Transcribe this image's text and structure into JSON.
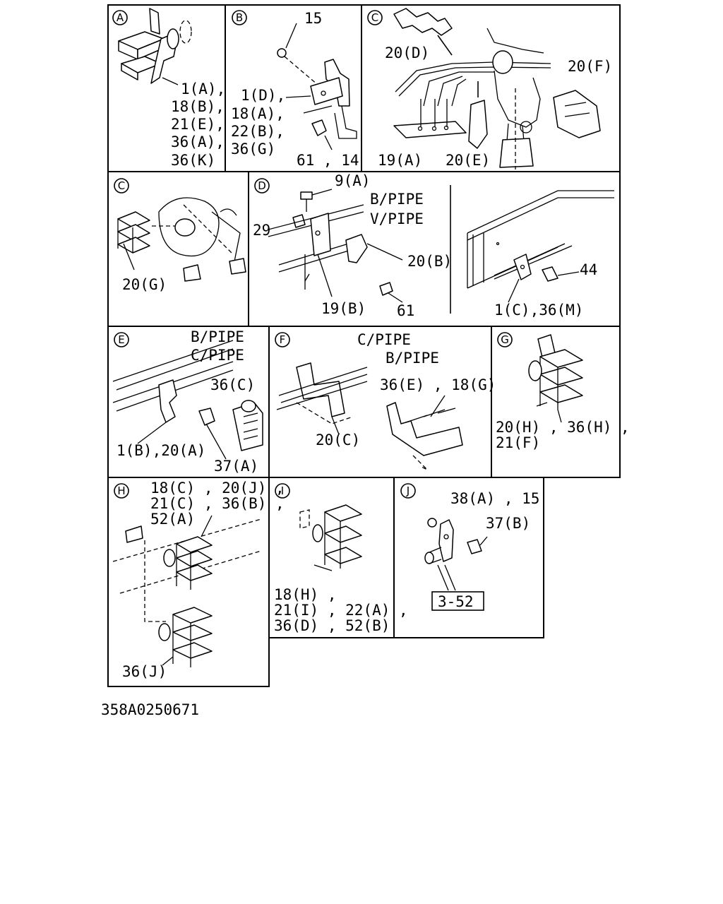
{
  "diagram_code": "358A0250671",
  "panels": {
    "A": {
      "letter": "A",
      "labels": [
        "1(A),",
        "18(B),",
        "21(E),",
        "36(A),",
        "36(K)"
      ]
    },
    "B": {
      "letter": "B",
      "labels": [
        "15",
        "1(D),",
        "18(A),",
        "22(B),",
        "36(G)",
        "61 , 14"
      ]
    },
    "C1": {
      "letter": "C",
      "labels": [
        "20(D)",
        "20(F)",
        "19(A)",
        "20(E)"
      ]
    },
    "C2": {
      "letter": "C",
      "labels": [
        "20(G)"
      ]
    },
    "D": {
      "letter": "D",
      "labels": [
        "9(A)",
        "B/PIPE",
        "V/PIPE",
        "29",
        "20(B)",
        "19(B)",
        "61",
        "44",
        "1(C),36(M)"
      ]
    },
    "E": {
      "letter": "E",
      "labels": [
        "B/PIPE",
        "C/PIPE",
        "36(C)",
        "1(B),20(A)",
        "37(A)"
      ]
    },
    "F": {
      "letter": "F",
      "labels": [
        "C/PIPE",
        "B/PIPE",
        "36(E) , 18(G)",
        "20(C)"
      ]
    },
    "G": {
      "letter": "G",
      "labels": [
        "20(H) , 36(H) ,",
        "21(F)"
      ]
    },
    "H": {
      "letter": "H",
      "labels": [
        "18(C) , 20(J) ,",
        "21(C) , 36(B) ,",
        "52(A)",
        "36(J)"
      ]
    },
    "I": {
      "letter": "I",
      "labels": [
        "18(H) ,",
        "21(I) , 22(A) ,",
        "36(D) , 52(B)"
      ]
    },
    "J": {
      "letter": "J",
      "labels": [
        "38(A) , 15",
        "37(B)",
        "3-52"
      ]
    }
  }
}
